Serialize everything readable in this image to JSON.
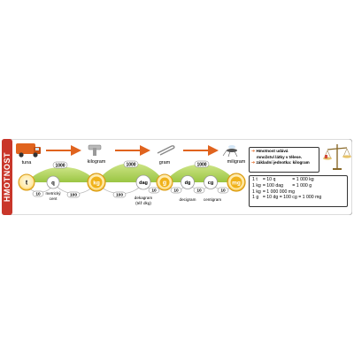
{
  "side_label": "HMOTNOST",
  "units": {
    "tuna": "tuna",
    "kilogram": "kilogram",
    "gram": "gram",
    "miligram": "miligram",
    "metricky_cent": "metrický cent",
    "dekagram_main": "dekagram",
    "dekagram_alt": "(též dkg)",
    "decigram": "decigram",
    "centigram": "centigram"
  },
  "symbols": [
    "t",
    "q",
    "kg",
    "dag",
    "g",
    "dg",
    "cg",
    "mg"
  ],
  "factors": {
    "top": [
      "1000",
      "1000",
      "1000"
    ],
    "bottom": [
      "10",
      "100",
      "100",
      "10",
      "10",
      "10",
      "10"
    ]
  },
  "info": {
    "line1": "Hmotnost udává",
    "line2": "množství látky v tělese.",
    "line3": "základní jednotka: kilogram"
  },
  "conversions": [
    {
      "a": "1 t",
      "b": "= 10 q",
      "c": "= 1 000 kg"
    },
    {
      "a": "1 kg",
      "b": "= 100 dag",
      "c": "= 1 000 g"
    },
    {
      "a": "1 kg",
      "b": "= 1 000 000 mg",
      "c": ""
    },
    {
      "a": "1 g",
      "b": "= 10 dg = 100 cg = 1 000 mg",
      "c": ""
    }
  ],
  "colors": {
    "side": "#c9362a",
    "arc": "#9ccb3b",
    "arc_light": "#d6e8a8",
    "circle_ring": "#f0b21a",
    "circle_fill": "#fff5d6",
    "arrow": "#e0631e"
  }
}
